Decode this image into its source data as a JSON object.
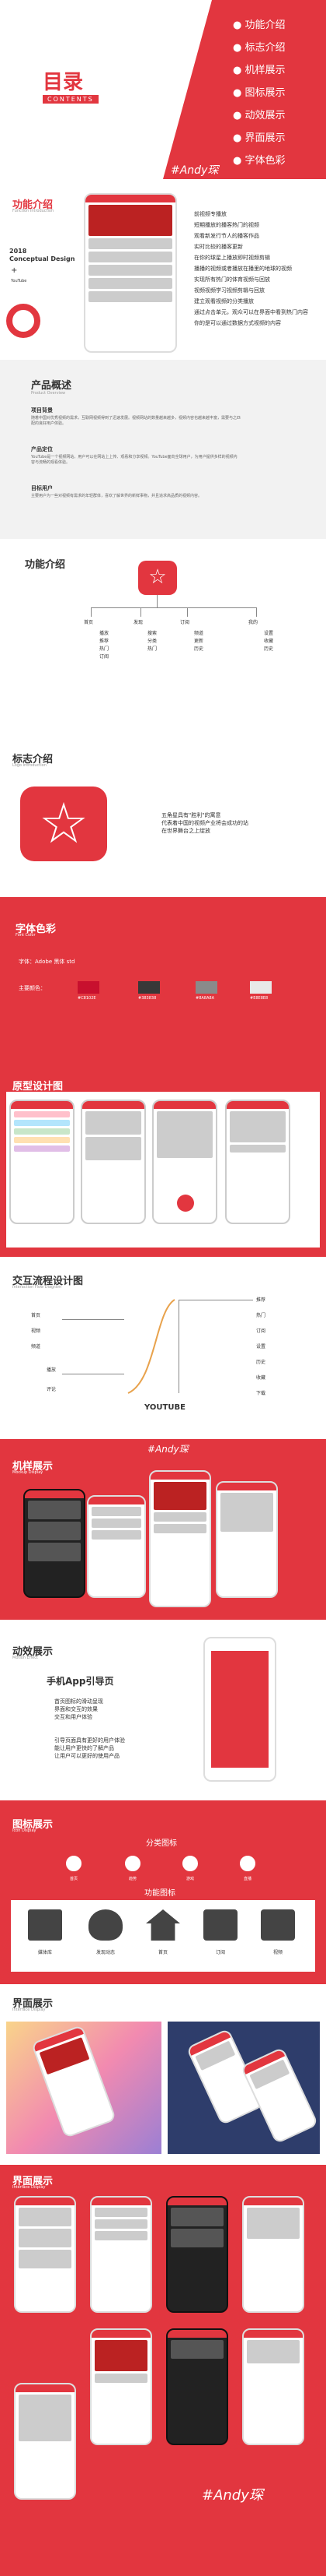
{
  "toc": {
    "title": "目录",
    "subtitle": "CONTENTS",
    "items": [
      "功能介绍",
      "标志介绍",
      "机样展示",
      "图标展示",
      "动效展示",
      "界面展示",
      "字体色彩"
    ],
    "author": "#Andy琛"
  },
  "intro": {
    "title": "功能介绍",
    "subtitle": "Function Introduction",
    "year_label": "2018",
    "design_label": "Conceptual Design",
    "brand_label": "YouTube",
    "features": [
      "前视频专播放",
      "短期播放的播客热门的视频",
      "观看新发行节人的播客作品",
      "实时比较的播客更新",
      "在你的球星上播放即时视频剪辑",
      "播播的视频或者播放在播里的地球的视频",
      "实现所有热门的体育视频与回放",
      "视频视频学习视频剪辑与回放",
      "建立观看视频的分类播放",
      "通过点击单元，观众可以在界面中看到热门内容",
      "你的是可以通过数据方式视频的内容"
    ]
  },
  "overview": {
    "title": "产品概述",
    "subtitle": "Product Overview",
    "sec1_title": "项目背景",
    "sec1_text": "随着中国对优秀视频的需求，互联网视频得到了迅速发展。视频网站的数量越来越多，视频内容也越来越丰富，需要与之匹配的良好用户体验。",
    "sec2_title": "产品定位",
    "sec2_text": "YouTube是一个视频网站，用户可以在网站上上传、观看和分享视频。YouTube面向全球用户，为用户提供多样的视频内容与流畅的观看体验。",
    "sec3_title": "目标用户",
    "sec3_text": "主要用户为一些对视频有需求的年轻群体，喜欢了解世界的新鲜事物，并且追求高品质的视频内容。"
  },
  "flow": {
    "title": "功能介绍",
    "subtitle": "Function",
    "cols": [
      {
        "title": "首页",
        "items": [
          "播放",
          "推荐",
          "热门",
          "订阅"
        ]
      },
      {
        "title": "发现",
        "items": [
          "搜索",
          "分类",
          "热门"
        ]
      },
      {
        "title": "订阅",
        "items": [
          "频道",
          "更新",
          "历史"
        ]
      },
      {
        "title": "我的",
        "items": [
          "设置",
          "收藏",
          "历史"
        ]
      }
    ]
  },
  "logo": {
    "title": "标志介绍",
    "subtitle": "Logo Introduction",
    "desc": [
      "五角星具有\"胜利\"的寓意",
      "代表着中国的视频产业将会成功的站",
      "在世界舞台之上绽放"
    ]
  },
  "color": {
    "title": "字体色彩",
    "subtitle": "Font Color",
    "font_label": "字体：Adobe 黑体 std",
    "color_label": "主要颜色：",
    "swatches": [
      "#c8102e",
      "#383838",
      "#8a8a8a",
      "#e8e8e8"
    ],
    "swatch_labels": [
      "#C8102E",
      "#383838",
      "#8A8A8A",
      "#E8E8E8"
    ]
  },
  "proto": {
    "title": "原型设计图",
    "subtitle": "Prototype Design"
  },
  "interact": {
    "title": "交互流程设计图",
    "subtitle": "Interaction Flow Diagram",
    "center_label": "YOUTUBE",
    "left_nodes": [
      "首页",
      "视频",
      "频道",
      "播放",
      "评论"
    ],
    "right_nodes": [
      "推荐",
      "热门",
      "订阅",
      "设置",
      "历史",
      "收藏",
      "下载"
    ]
  },
  "mockup": {
    "title": "机样展示",
    "subtitle": "Mockup Display",
    "author": "#Andy琛"
  },
  "motion": {
    "title": "动效展示",
    "subtitle": "Motion Effect",
    "heading": "手机App引导页",
    "lines1": [
      "首页图标的滑动呈现",
      "界面和交互的效果",
      "交互和用户体验"
    ],
    "lines2": [
      "引导页面具有更好的用户体验",
      "能让用户更快的了解产品",
      "让用户可以更好的使用产品"
    ]
  },
  "icons": {
    "title": "图标展示",
    "subtitle": "Icon Display",
    "cat_title": "分类图标",
    "cat_labels": [
      "首页",
      "趋势",
      "游戏",
      "直播"
    ],
    "func_title": "功能图标",
    "func_labels": [
      "媒体库",
      "发现动态",
      "首页",
      "订阅",
      "视频"
    ]
  },
  "ui1": {
    "title": "界面展示",
    "subtitle": "Interface Display"
  },
  "ui2": {
    "title": "界面展示",
    "subtitle": "Interface Display",
    "author": "#Andy琛"
  }
}
